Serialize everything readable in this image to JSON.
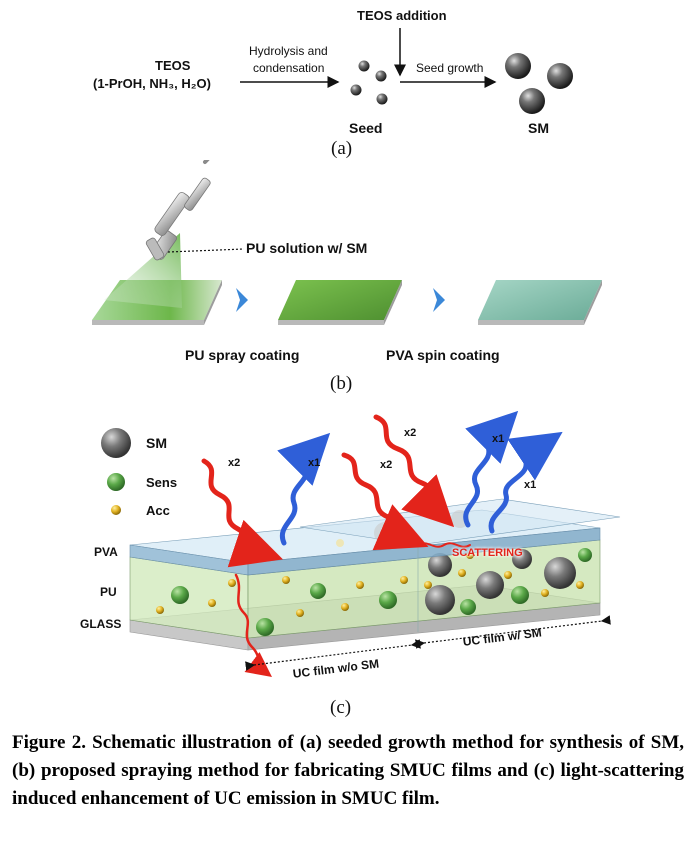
{
  "panel_a": {
    "teos": "TEOS",
    "teos_sub": "(1-PrOH, NH₃, H₂O)",
    "arrow1_line1": "Hydrolysis and",
    "arrow1_line2": "condensation",
    "teos_addition": "TEOS addition",
    "seed_growth": "Seed growth",
    "seed": "Seed",
    "sm": "SM",
    "label": "(a)"
  },
  "panel_b": {
    "pu_solution": "PU solution w/ SM",
    "pu_spray": "PU spray coating",
    "pva_spin": "PVA spin coating",
    "label": "(b)"
  },
  "panel_c": {
    "legend_sm": "SM",
    "legend_sens": "Sens",
    "legend_acc": "Acc",
    "layer_pva": "PVA",
    "layer_pu": "PU",
    "layer_glass": "GLASS",
    "x2": "x2",
    "x1": "x1",
    "scattering": "SCATTERING",
    "film_without": "UC film w/o SM",
    "film_with": "UC film w/ SM",
    "label": "(c)"
  },
  "caption": "Figure 2. Schematic illustration of (a) seeded growth method for synthesis of SM, (b) proposed spraying method for fabricating SMUC films and (c) light-scattering induced enhancement of UC emission in SMUC film.",
  "colors": {
    "red_photon": "#e3241b",
    "blue_photon": "#2f5fd8",
    "film_green": "#5fa83e",
    "pva_teal": "#7fbfae",
    "sens_green": "#4aa040",
    "acc_yellow": "#e0b020"
  }
}
